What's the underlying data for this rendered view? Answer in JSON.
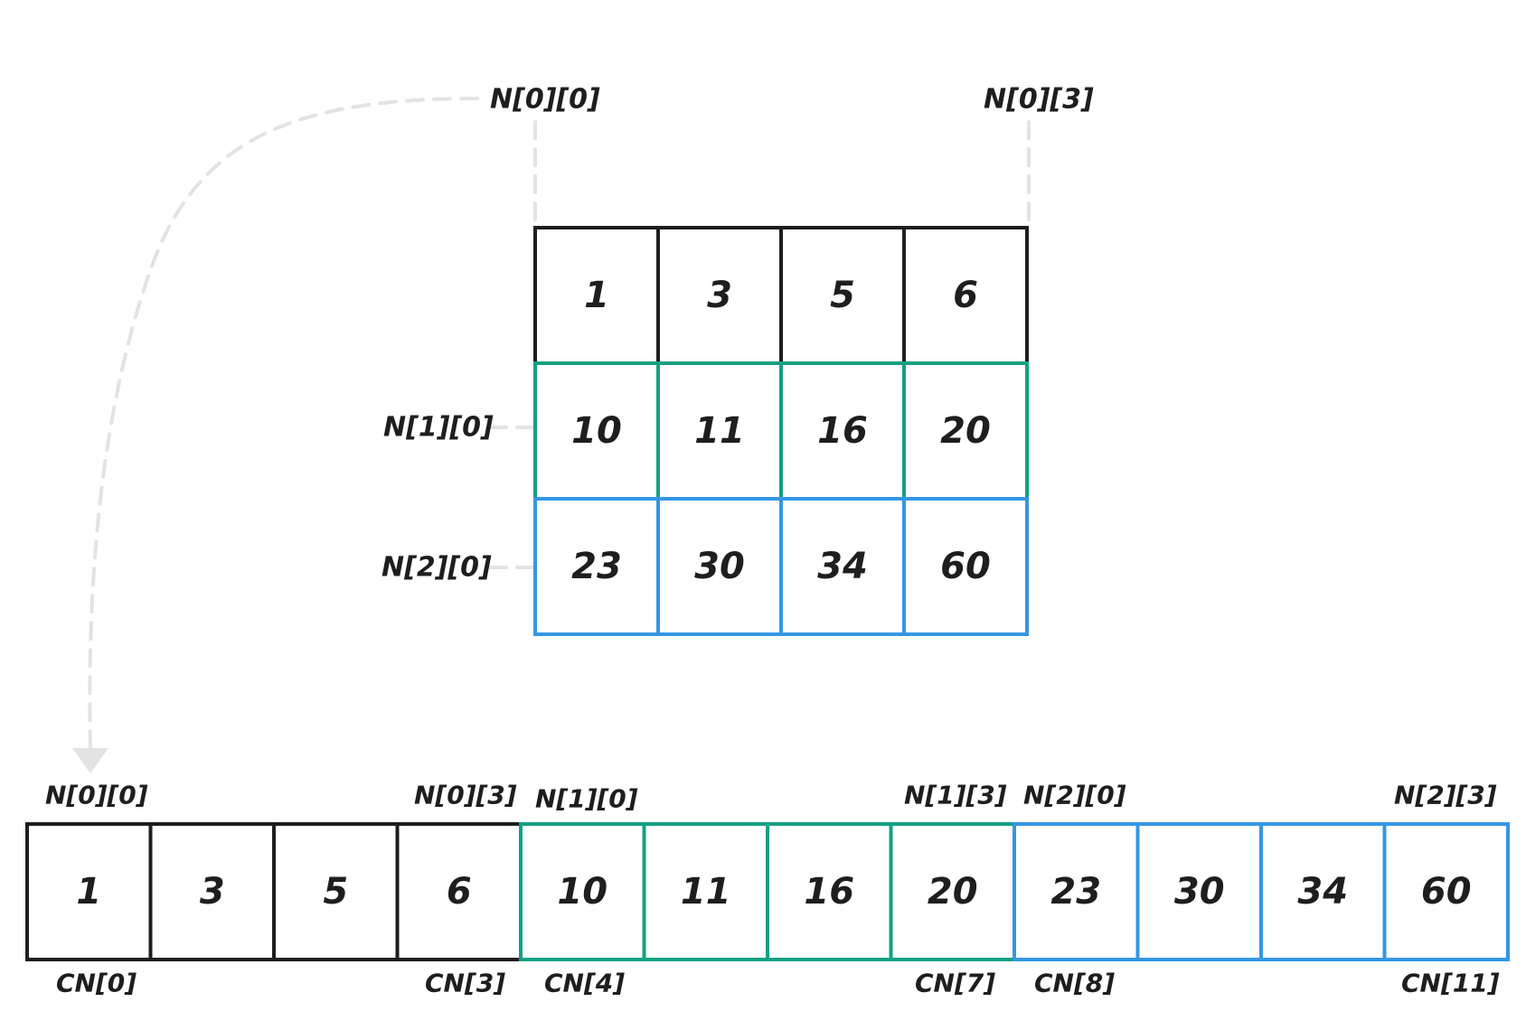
{
  "colors": {
    "row0": "#1e1e1e",
    "row1": "#12a083",
    "row2": "#3597e3",
    "guide": "#e3e3e3",
    "text": "#1e1e1e"
  },
  "matrix": {
    "rows": [
      [
        "1",
        "3",
        "5",
        "6"
      ],
      [
        "10",
        "11",
        "16",
        "20"
      ],
      [
        "23",
        "30",
        "34",
        "60"
      ]
    ],
    "labels": {
      "top_left": "N[0][0]",
      "top_right": "N[0][3]",
      "row1_left": "N[1][0]",
      "row2_left": "N[2][0]"
    }
  },
  "flat": {
    "values": [
      "1",
      "3",
      "5",
      "6",
      "10",
      "11",
      "16",
      "20",
      "23",
      "30",
      "34",
      "60"
    ],
    "top_labels": [
      "N[0][0]",
      "N[0][3]",
      "N[1][0]",
      "N[1][3]",
      "N[2][0]",
      "N[2][3]"
    ],
    "bottom_labels": [
      "CN[0]",
      "CN[3]",
      "CN[4]",
      "CN[7]",
      "CN[8]",
      "CN[11]"
    ]
  }
}
